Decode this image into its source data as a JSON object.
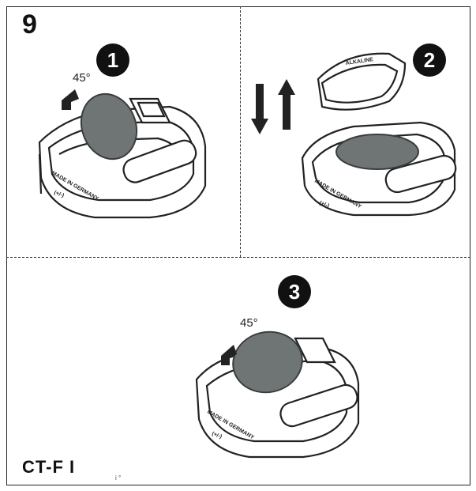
{
  "page": {
    "step_number": "9",
    "model_label": "CT-F I",
    "footnote": "i °"
  },
  "panels": [
    {
      "badge": "1",
      "angle": "45°"
    },
    {
      "badge": "2",
      "arrows_icon": "up-down-arrows-icon"
    },
    {
      "badge": "3",
      "angle": "45°"
    }
  ],
  "device_text": {
    "side_label": "MADE IN GERMANY",
    "front_label": "(+/-)"
  },
  "lid_text": "ALKALINE",
  "colors": {
    "line": "#222222",
    "disc": "#6f7474",
    "disc_edge": "#3a3d3d"
  }
}
